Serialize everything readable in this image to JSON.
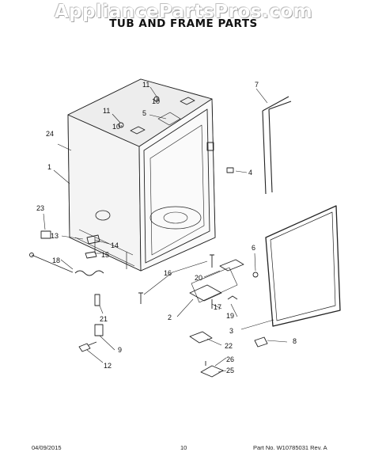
{
  "watermark": "AppliancePartsPros.com",
  "title": "TUB AND FRAME PARTS",
  "callouts": {
    "c1": "1",
    "c2": "2",
    "c3": "3",
    "c4": "4",
    "c5": "5",
    "c6": "6",
    "c7": "7",
    "c8": "8",
    "c9": "9",
    "c10a": "10",
    "c10b": "10",
    "c11a": "11",
    "c11b": "11",
    "c12": "12",
    "c13": "13",
    "c14": "14",
    "c15": "15",
    "c16": "16",
    "c17": "17",
    "c18": "18",
    "c19": "19",
    "c20": "20",
    "c21": "21",
    "c22": "22",
    "c23": "23",
    "c24": "24",
    "c25": "25",
    "c26": "26"
  },
  "footer": {
    "date": "04/09/2015",
    "page": "10",
    "part_info": "Part No. W10785031  Rev. A"
  }
}
